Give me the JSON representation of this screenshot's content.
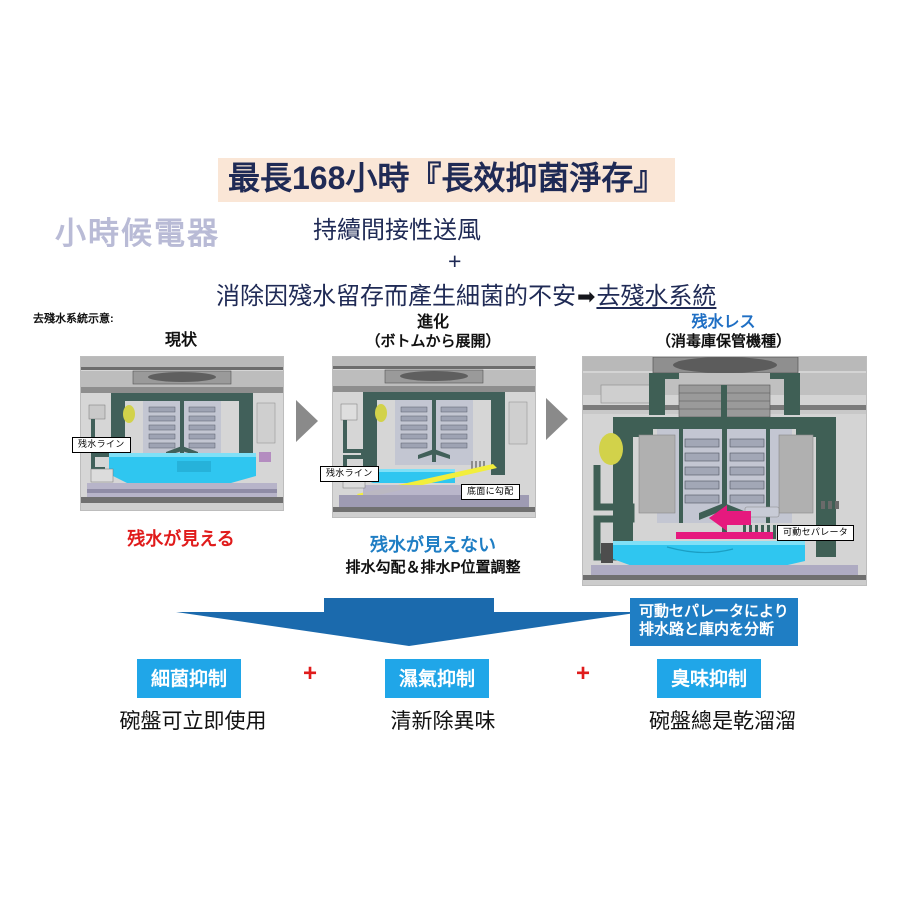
{
  "watermark": "小時候電器",
  "title": {
    "main": "最長168小時『長效抑菌淨存』",
    "line1": "持續間接性送風",
    "plus": "+",
    "line2_prefix": "消除因殘水留存而產生細菌的不安",
    "line2_arrow": "➡",
    "line2_link": "去殘水系統"
  },
  "section_label": "去殘水系統示意:",
  "panels": [
    {
      "heading_line1": "現状",
      "heading_line2": "",
      "heading_color": "#111111",
      "callouts": [
        {
          "text": "残水ライン"
        }
      ],
      "caption": "残水が見える",
      "caption_color": "#e01b1b",
      "caption_sub": ""
    },
    {
      "heading_line1": "進化",
      "heading_line2": "（ボトムから展開）",
      "heading_color": "#111111",
      "callouts": [
        {
          "text": "残水ライン"
        },
        {
          "text": "底面に勾配"
        }
      ],
      "caption": "残水が見えない",
      "caption_color": "#1f7ec4",
      "caption_sub": "排水勾配＆排水P位置調整"
    },
    {
      "heading_line1": "残水レス",
      "heading_line2": "（消毒庫保管機種）",
      "heading_color": "#1f6fc4",
      "callouts": [
        {
          "text": "可動セパレータ"
        }
      ],
      "caption": "",
      "caption_color": "#111111",
      "caption_sub": ""
    }
  ],
  "infobox": {
    "line1": "可動セパレータにより",
    "line2": "排水路と庫内を分断"
  },
  "benefits": [
    {
      "box": "細菌抑制",
      "caption": "碗盤可立即使用"
    },
    {
      "box": "濕氣抑制",
      "caption": "清新除異味"
    },
    {
      "box": "臭味抑制",
      "caption": "碗盤總是乾溜溜"
    }
  ],
  "separators": [
    "+",
    "+"
  ],
  "colors": {
    "title_bg": "#fae6d6",
    "title_text": "#1f2a55",
    "watermark": "#b9bbd6",
    "accent_blue": "#1f7ec4",
    "benefit_blue": "#20a6e8",
    "chevron_blue": "#1b6aad",
    "red": "#e01b1b",
    "water_cyan": "#2fc6f0",
    "slope_yellow": "#f2ee3c",
    "separator_magenta": "#e6197e",
    "machine_green": "#3f5f55",
    "gray_arrow": "#8a8a8a"
  }
}
